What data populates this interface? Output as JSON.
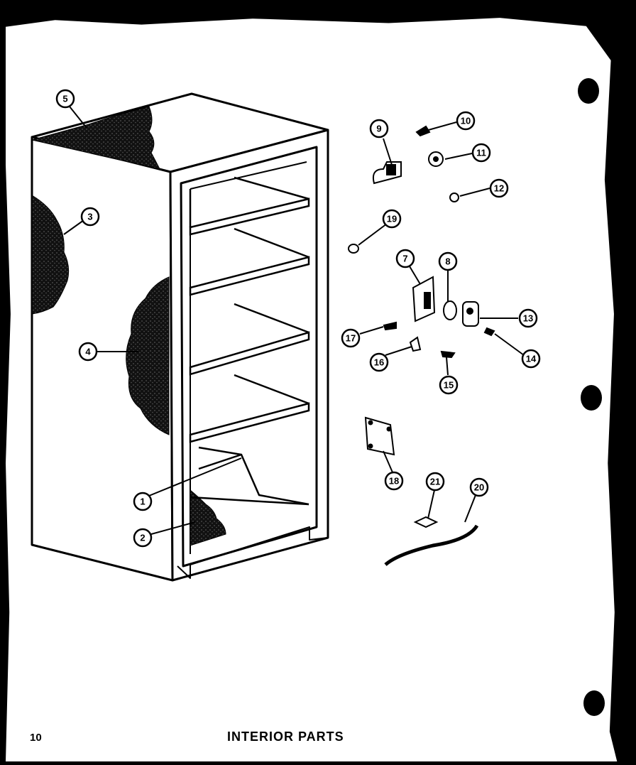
{
  "document": {
    "page_number": "10",
    "title": "INTERIOR PARTS"
  },
  "callouts": [
    {
      "id": "1",
      "label": "1"
    },
    {
      "id": "2",
      "label": "2"
    },
    {
      "id": "3",
      "label": "3"
    },
    {
      "id": "4",
      "label": "4"
    },
    {
      "id": "5",
      "label": "5"
    },
    {
      "id": "7",
      "label": "7"
    },
    {
      "id": "8",
      "label": "8"
    },
    {
      "id": "9",
      "label": "9"
    },
    {
      "id": "10",
      "label": "10"
    },
    {
      "id": "11",
      "label": "11"
    },
    {
      "id": "12",
      "label": "12"
    },
    {
      "id": "13",
      "label": "13"
    },
    {
      "id": "14",
      "label": "14"
    },
    {
      "id": "15",
      "label": "15"
    },
    {
      "id": "16",
      "label": "16"
    },
    {
      "id": "17",
      "label": "17"
    },
    {
      "id": "18",
      "label": "18"
    },
    {
      "id": "19",
      "label": "19"
    },
    {
      "id": "20",
      "label": "20"
    },
    {
      "id": "21",
      "label": "21"
    }
  ],
  "colors": {
    "ink": "#000000",
    "paper": "#ffffff"
  }
}
